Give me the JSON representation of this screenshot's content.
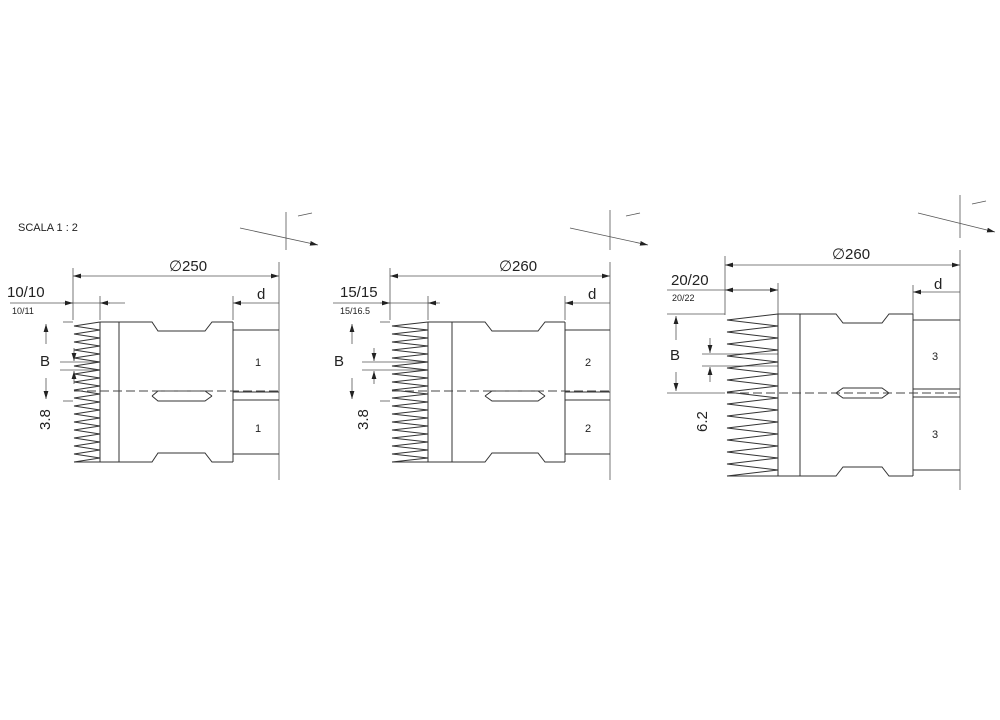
{
  "scale_label": "SCALA  1 : 2",
  "tools": [
    {
      "diameter_label": "∅250",
      "width_label": "10/10",
      "width_sub_label": "10/11",
      "pitch_label": "3.8",
      "height_label": "B",
      "bore_label": "d",
      "section_label": "1"
    },
    {
      "diameter_label": "∅260",
      "width_label": "15/15",
      "width_sub_label": "15/16.5",
      "pitch_label": "3.8",
      "height_label": "B",
      "bore_label": "d",
      "section_label": "2"
    },
    {
      "diameter_label": "∅260",
      "width_label": "20/20",
      "width_sub_label": "20/22",
      "pitch_label": "6.2",
      "height_label": "B",
      "bore_label": "d",
      "section_label": "3"
    }
  ]
}
